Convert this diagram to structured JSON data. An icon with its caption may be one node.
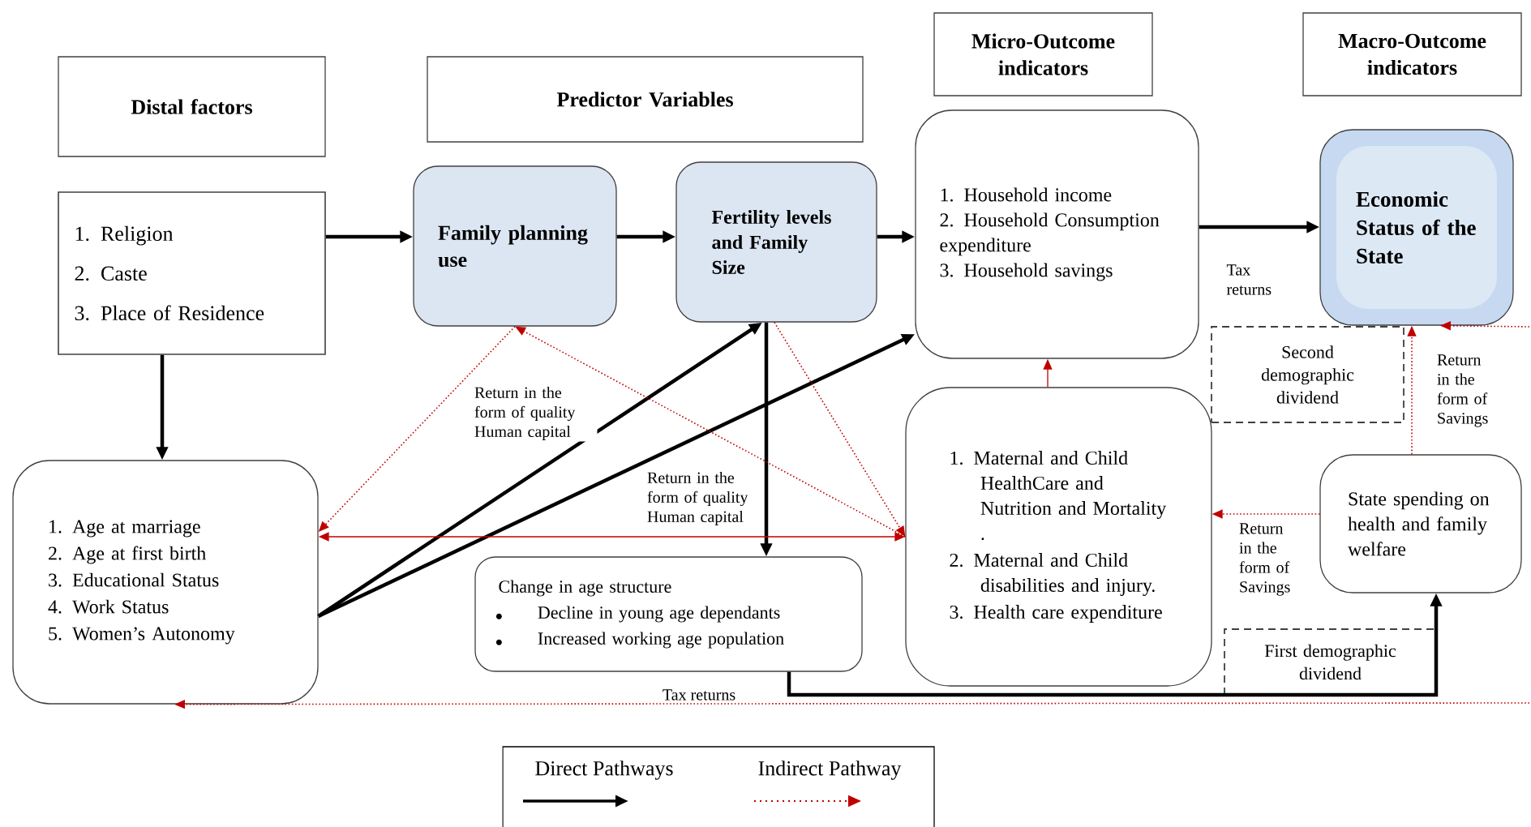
{
  "diagram": {
    "nodes": [
      {
        "text": [
          "Distal factors"
        ]
      },
      {
        "text": [
          "Predictor Variables"
        ]
      },
      {
        "text": [
          "Micro-Outcome indicators"
        ]
      },
      {
        "text": [
          "Macro-Outcome indicators"
        ]
      },
      {
        "text": [
          "1. Religion",
          "2. Caste",
          "3. Place of Residence"
        ]
      },
      {
        "text": [
          "Family planning use"
        ]
      },
      {
        "text": [
          "Fertility levels and Family Size"
        ]
      },
      {
        "text": [
          "1. Household income",
          "2. Household Consumption expenditure",
          "3. Household savings"
        ]
      },
      {
        "text": [
          "Economic Status of the State"
        ]
      },
      {
        "text": [
          "1. Age at marriage",
          "2. Age at first birth",
          "3. Educational Status",
          "4. Work Status",
          "5. Women’s Autonomy"
        ]
      },
      {
        "text": [
          "Change in age structure",
          "Decline in young age dependants",
          "Increased working age population"
        ]
      },
      {
        "text": [
          "1. Maternal and Child HealthCare and Nutrition and Mortality .",
          "2. Maternal and Child disabilities and injury.",
          "3. Health care expenditure"
        ]
      },
      {
        "text": [
          "Second demographic dividend"
        ]
      },
      {
        "text": [
          "State spending on health and family welfare"
        ]
      },
      {
        "text": [
          "First demographic dividend"
        ]
      }
    ],
    "edges": [
      {
        "from": 4,
        "to": 5,
        "arrow": "to",
        "style": "thick",
        "color": "#000000"
      },
      {
        "from": 5,
        "to": 6,
        "arrow": "to",
        "style": "thick",
        "color": "#000000"
      },
      {
        "from": 6,
        "to": 7,
        "arrow": "to",
        "style": "thick",
        "color": "#000000"
      },
      {
        "from": 7,
        "to": 8,
        "arrow": "to",
        "style": "thick",
        "color": "#000000",
        "label": "Tax returns"
      },
      {
        "from": 4,
        "to": 9,
        "arrow": "to",
        "style": "thick",
        "color": "#000000"
      },
      {
        "from": 9,
        "to": 6,
        "arrow": "to",
        "style": "thick",
        "color": "#000000"
      },
      {
        "from": 9,
        "to": 7,
        "arrow": "to",
        "style": "thick",
        "color": "#000000"
      },
      {
        "from": 6,
        "to": 10,
        "arrow": "to",
        "style": "thick",
        "color": "#000000"
      },
      {
        "from": 10,
        "to": 13,
        "arrow": "to",
        "style": "thick",
        "color": "#000000"
      },
      {
        "from": 13,
        "to": 11,
        "arrow": "to",
        "style": "dashed",
        "color": "#c00000",
        "label": "Return in the form of Savings"
      },
      {
        "from": 13,
        "to": 8,
        "arrow": "to",
        "style": "dashed",
        "color": "#c00000",
        "label": "Return in the form of Savings"
      },
      {
        "from": null,
        "to": 8,
        "arrow": "to",
        "style": "dashed",
        "color": "#c00000"
      },
      {
        "from": null,
        "to": 9,
        "arrow": "to",
        "style": "dashed",
        "color": "#c00000",
        "label": "Tax returns"
      },
      {
        "from": 5,
        "to": 9,
        "arrow": "to",
        "style": "dashed",
        "color": "#c00000",
        "label": "Return in the form of quality Human capital"
      },
      {
        "from": 11,
        "to": 5,
        "arrow": "to",
        "style": "dashed",
        "color": "#c00000"
      },
      {
        "from": 9,
        "to": 11,
        "arrow": "both",
        "color": "#c00000",
        "label": "Return in the form of quality Human capital"
      },
      {
        "from": 6,
        "to": 11,
        "arrow": "to",
        "style": "dashed",
        "color": "#c00000"
      },
      {
        "from": 11,
        "to": 7,
        "arrow": "to",
        "color": "#c00000"
      }
    ],
    "legend": [
      {
        "text": "Direct Pathways"
      },
      {
        "text": "Indirect Pathway"
      }
    ]
  }
}
